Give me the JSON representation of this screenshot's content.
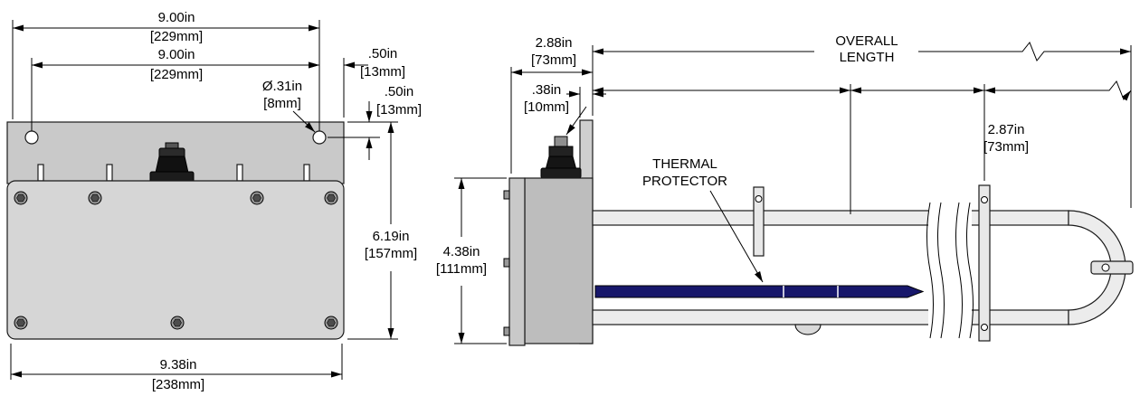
{
  "labels": {
    "thermal_protector_1": "THERMAL",
    "thermal_protector_2": "PROTECTOR",
    "overall_length_1": "OVERALL",
    "overall_length_2": "LENGTH"
  },
  "dimensions": {
    "hole_span_top": {
      "in": "9.00in",
      "mm": "[229mm]"
    },
    "hole_span": {
      "in": "9.00in",
      "mm": "[229mm]"
    },
    "hole_edge_h": {
      "in": ".50in",
      "mm": "[13mm]"
    },
    "hole_edge_v": {
      "in": ".50in",
      "mm": "[13mm]"
    },
    "hole_diameter": {
      "in": "Ø.31in",
      "mm": "[8mm]"
    },
    "front_height": {
      "in": "6.19in",
      "mm": "[157mm]"
    },
    "front_width": {
      "in": "9.38in",
      "mm": "[238mm]"
    },
    "side_depth": {
      "in": "2.88in",
      "mm": "[73mm]"
    },
    "fitting_size": {
      "in": ".38in",
      "mm": "[10mm]"
    },
    "bend_offset": {
      "in": "2.87in",
      "mm": "[73mm]"
    },
    "side_height": {
      "in": "4.38in",
      "mm": "[111mm]"
    }
  },
  "colors": {
    "plate_front": "#d6d6d6",
    "flange": "#c9c9c9",
    "side_body": "#bdbdbd",
    "tube": "#ececec",
    "bracket": "#e8e8e8",
    "thermal_rod_navy": "#17176b",
    "cap_black": "#1c1c1c",
    "gasket_olive": "#9aa22e",
    "line": "#000000"
  }
}
